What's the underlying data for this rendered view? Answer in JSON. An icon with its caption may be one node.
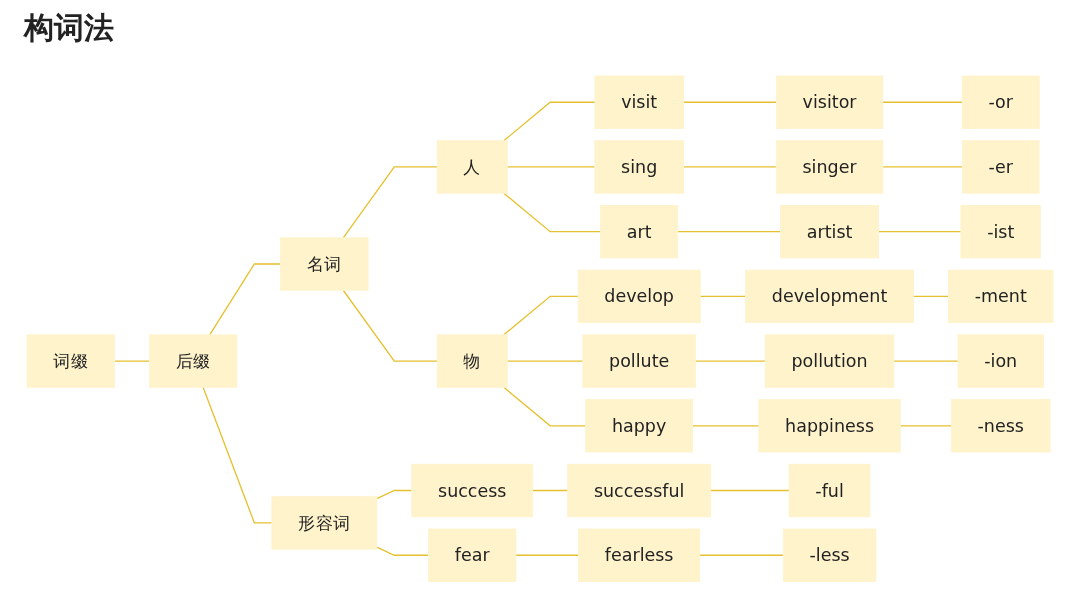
{
  "diagram": {
    "title": "构词法",
    "nodes": [
      {
        "text": [
          "词缀"
        ]
      },
      {
        "text": [
          "后缀"
        ]
      },
      {
        "text": [
          "名词"
        ]
      },
      {
        "text": [
          "形容词"
        ]
      },
      {
        "text": [
          "人"
        ]
      },
      {
        "text": [
          "物"
        ]
      },
      {
        "text": [
          "visit"
        ]
      },
      {
        "text": [
          "visitor"
        ]
      },
      {
        "text": [
          "-or"
        ]
      },
      {
        "text": [
          "sing"
        ]
      },
      {
        "text": [
          "singer"
        ]
      },
      {
        "text": [
          "-er"
        ]
      },
      {
        "text": [
          "art"
        ]
      },
      {
        "text": [
          "artist"
        ]
      },
      {
        "text": [
          "-ist"
        ]
      },
      {
        "text": [
          "develop"
        ]
      },
      {
        "text": [
          "development"
        ]
      },
      {
        "text": [
          "-ment"
        ]
      },
      {
        "text": [
          "pollute"
        ]
      },
      {
        "text": [
          "pollution"
        ]
      },
      {
        "text": [
          "-ion"
        ]
      },
      {
        "text": [
          "happy"
        ]
      },
      {
        "text": [
          "happiness"
        ]
      },
      {
        "text": [
          "-ness"
        ]
      },
      {
        "text": [
          "success"
        ]
      },
      {
        "text": [
          "successful"
        ]
      },
      {
        "text": [
          "-ful"
        ]
      },
      {
        "text": [
          "fear"
        ]
      },
      {
        "text": [
          "fearless"
        ]
      },
      {
        "text": [
          "-less"
        ]
      }
    ],
    "edges": [
      {
        "from": 0,
        "to": 1,
        "arrow": "none"
      },
      {
        "from": 1,
        "to": 2,
        "arrow": "none"
      },
      {
        "from": 1,
        "to": 3,
        "arrow": "none"
      },
      {
        "from": 2,
        "to": 4,
        "arrow": "none"
      },
      {
        "from": 2,
        "to": 5,
        "arrow": "none"
      },
      {
        "from": 4,
        "to": 6,
        "arrow": "none"
      },
      {
        "from": 4,
        "to": 9,
        "arrow": "none"
      },
      {
        "from": 4,
        "to": 12,
        "arrow": "none"
      },
      {
        "from": 5,
        "to": 15,
        "arrow": "none"
      },
      {
        "from": 5,
        "to": 18,
        "arrow": "none"
      },
      {
        "from": 5,
        "to": 21,
        "arrow": "none"
      },
      {
        "from": 3,
        "to": 24,
        "arrow": "none"
      },
      {
        "from": 3,
        "to": 27,
        "arrow": "none"
      },
      {
        "from": 6,
        "to": 7,
        "arrow": "none"
      },
      {
        "from": 7,
        "to": 8,
        "arrow": "none"
      },
      {
        "from": 9,
        "to": 10,
        "arrow": "none"
      },
      {
        "from": 10,
        "to": 11,
        "arrow": "none"
      },
      {
        "from": 12,
        "to": 13,
        "arrow": "none"
      },
      {
        "from": 13,
        "to": 14,
        "arrow": "none"
      },
      {
        "from": 15,
        "to": 16,
        "arrow": "none"
      },
      {
        "from": 16,
        "to": 17,
        "arrow": "none"
      },
      {
        "from": 18,
        "to": 19,
        "arrow": "none"
      },
      {
        "from": 19,
        "to": 20,
        "arrow": "none"
      },
      {
        "from": 21,
        "to": 22,
        "arrow": "none"
      },
      {
        "from": 22,
        "to": 23,
        "arrow": "none"
      },
      {
        "from": 24,
        "to": 25,
        "arrow": "none"
      },
      {
        "from": 25,
        "to": 26,
        "arrow": "none"
      },
      {
        "from": 27,
        "to": 28,
        "arrow": "none"
      },
      {
        "from": 28,
        "to": 29,
        "arrow": "none"
      }
    ]
  }
}
